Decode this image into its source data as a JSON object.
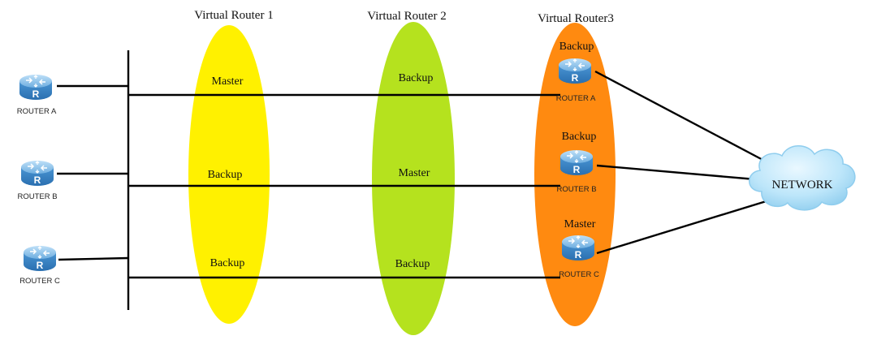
{
  "diagram": {
    "virtual_routers": [
      {
        "title": "Virtual Router 1",
        "color": "#FFF100",
        "roles": [
          "Master",
          "Backup",
          "Backup"
        ]
      },
      {
        "title": "Virtual Router 2",
        "color": "#B5E21E",
        "roles": [
          "Backup",
          "Master",
          "Backup"
        ]
      },
      {
        "title": "Virtual Router3",
        "color": "#FF8A10",
        "roles": [
          "Backup",
          "Backup",
          "Master"
        ]
      }
    ],
    "routers_left": [
      {
        "label": "ROUTER A",
        "icon": "router-icon"
      },
      {
        "label": "ROUTER B",
        "icon": "router-icon"
      },
      {
        "label": "ROUTER C",
        "icon": "router-icon"
      }
    ],
    "routers_right": [
      {
        "label": "ROUTER A",
        "icon": "router-icon"
      },
      {
        "label": "ROUTER B",
        "icon": "router-icon"
      },
      {
        "label": "ROUTER C",
        "icon": "router-icon"
      }
    ],
    "network": {
      "label": "NETWORK",
      "icon": "cloud-icon",
      "color": "#A9DDF5"
    },
    "router_icon_color": "#3C86C6"
  }
}
